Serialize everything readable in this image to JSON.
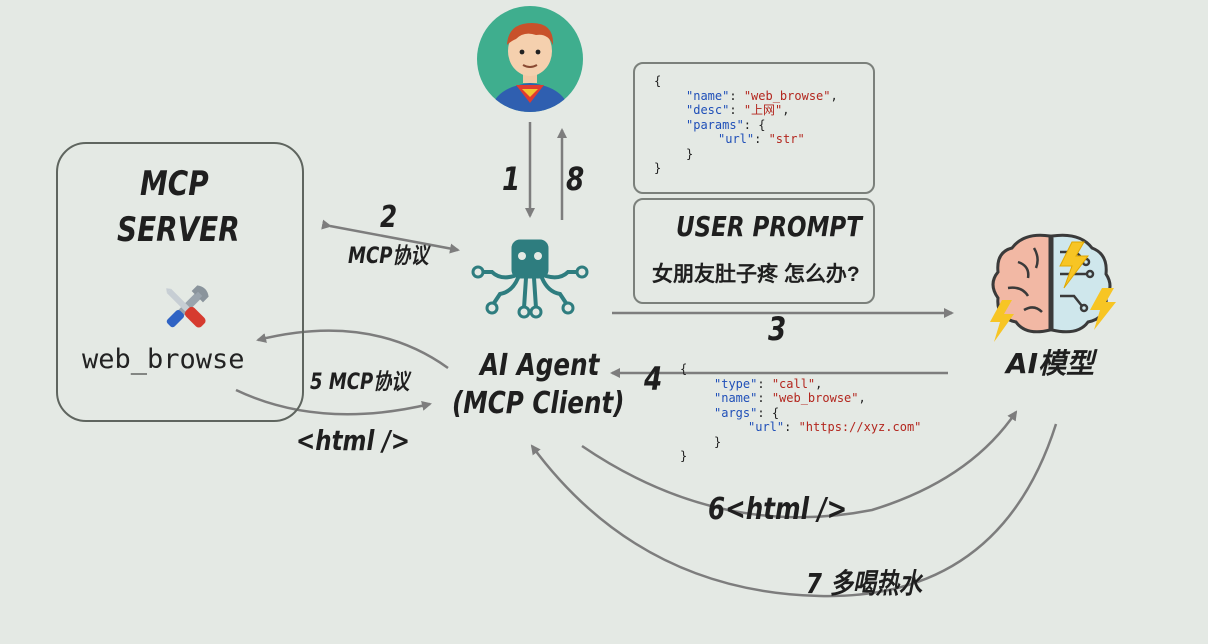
{
  "mcp_server": {
    "title_line1": "MCP",
    "title_line2": "SERVER",
    "tool_name": "web_browse"
  },
  "agent": {
    "line1": "AI Agent",
    "line2": "(MCP Client)"
  },
  "ai_model": {
    "label": "AI模型"
  },
  "tool_schema": {
    "open": "{",
    "name_key": "\"name\"",
    "name_val": "\"web_browse\"",
    "desc_key": "\"desc\"",
    "desc_val": "\"上网\"",
    "params_key": "\"params\"",
    "params_open": "{",
    "url_key": "\"url\"",
    "url_val": "\"str\"",
    "params_close": "}",
    "close": "}"
  },
  "user_prompt": {
    "title": "USER PROMPT",
    "text": "女朋友肚子疼 怎么办?"
  },
  "tool_call": {
    "open": "{",
    "type_key": "\"type\"",
    "type_val": "\"call\"",
    "name_key": "\"name\"",
    "name_val": "\"web_browse\"",
    "args_key": "\"args\"",
    "args_open": "{",
    "url_key": "\"url\"",
    "url_val": "\"https://xyz.com\"",
    "args_close": "}",
    "close": "}"
  },
  "steps": {
    "s1": "1",
    "s8": "8",
    "s2": "2",
    "s2_label": "MCP协议",
    "s3": "3",
    "s4": "4",
    "s5": "5 MCP协议",
    "html_return": "<html />",
    "s6": "6<html />",
    "s7": "7 多喝热水"
  },
  "colors": {
    "background": "#e4e9e4",
    "arrow": "#7d7d7d",
    "agent_teal": "#2e7d7f",
    "json_key": "#1f4fb8",
    "json_string": "#b3261e"
  }
}
